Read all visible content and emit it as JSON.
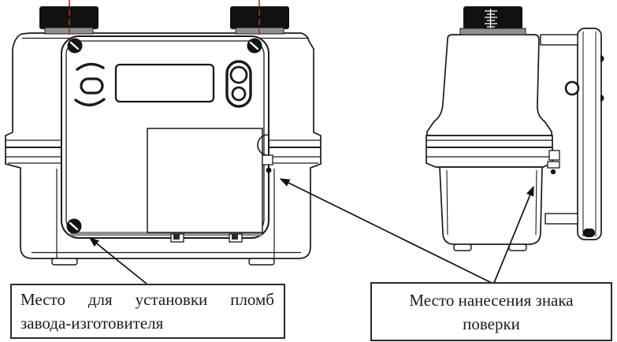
{
  "callouts": [
    {
      "id": "factory-seals",
      "line1": "Место для установки пломб",
      "line2": "завода-изготовителя"
    },
    {
      "id": "verification-mark",
      "line1": "Место нанесения знака",
      "line2": "поверки"
    }
  ],
  "colors": {
    "line": "#1a1a1a",
    "centerline_red": "#b02a2a",
    "seam_gray": "#8f8f8f",
    "fitting_black": "#111111",
    "background": "#ffffff"
  }
}
